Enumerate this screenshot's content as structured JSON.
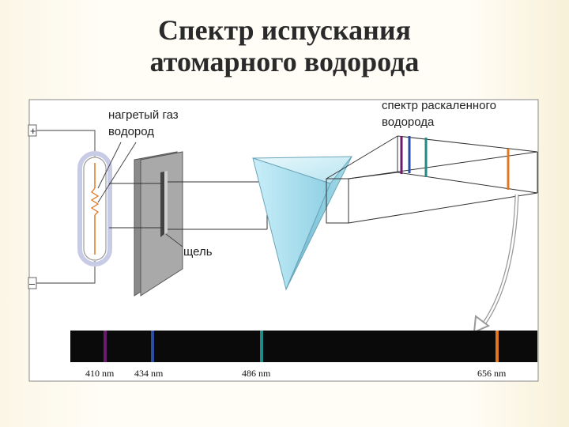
{
  "title": {
    "line1": "Спектр испускания",
    "line2": "атомарного водорода"
  },
  "labels": {
    "gas_line1": "нагретый газ",
    "gas_line2": "водород",
    "slit": "щель",
    "spectrum_line1": "спектр раскаленного",
    "spectrum_line2": "водорода",
    "plus": "+",
    "minus": "–"
  },
  "spectrum_lines": [
    {
      "label": "410 nm",
      "color": "#6a1b6e"
    },
    {
      "label": "434 nm",
      "color": "#2b4fa0"
    },
    {
      "label": "486 nm",
      "color": "#1f8a86"
    },
    {
      "label": "656 nm",
      "color": "#e07820"
    }
  ],
  "colors": {
    "prism": "#a8dcec",
    "slit_plate": "#8a8a8a",
    "tube_glow": "#c7cbe6",
    "strip": "#0a0a0a"
  }
}
